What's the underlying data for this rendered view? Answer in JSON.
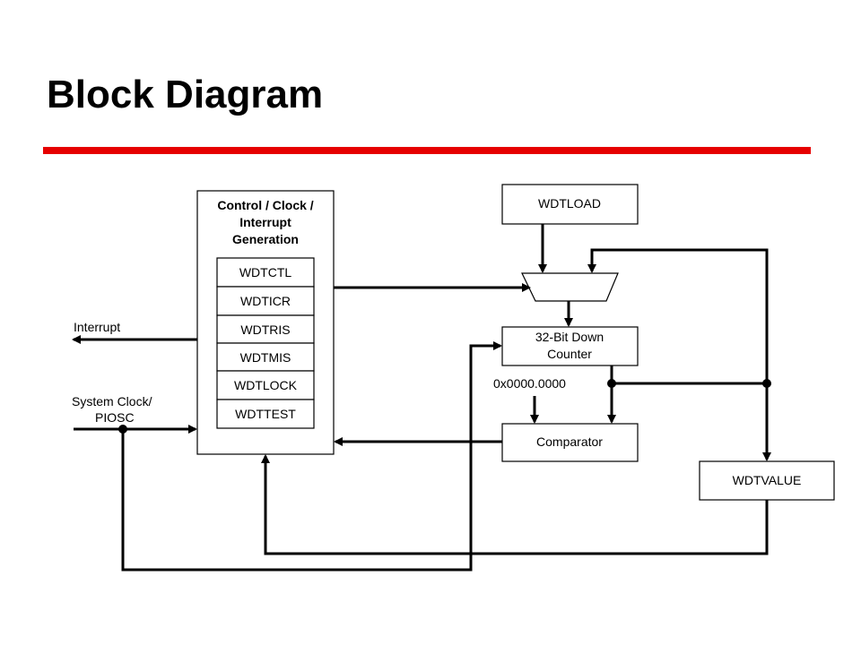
{
  "slide": {
    "title": "Block Diagram",
    "accent_color": "#e60000"
  },
  "diagram": {
    "control_block": {
      "title_lines": [
        "Control / Clock /",
        "Interrupt",
        "Generation"
      ],
      "registers": [
        "WDTCTL",
        "WDTICR",
        "WDTRIS",
        "WDTMIS",
        "WDTLOCK",
        "WDTTEST"
      ]
    },
    "load_block": "WDTLOAD",
    "counter_block": [
      "32-Bit Down",
      "Counter"
    ],
    "comparator_block": "Comparator",
    "value_block": "WDTVALUE",
    "zero_constant": "0x0000.0000",
    "interrupt_label": "Interrupt",
    "clock_label": [
      "System Clock/",
      "PIOSC"
    ]
  }
}
